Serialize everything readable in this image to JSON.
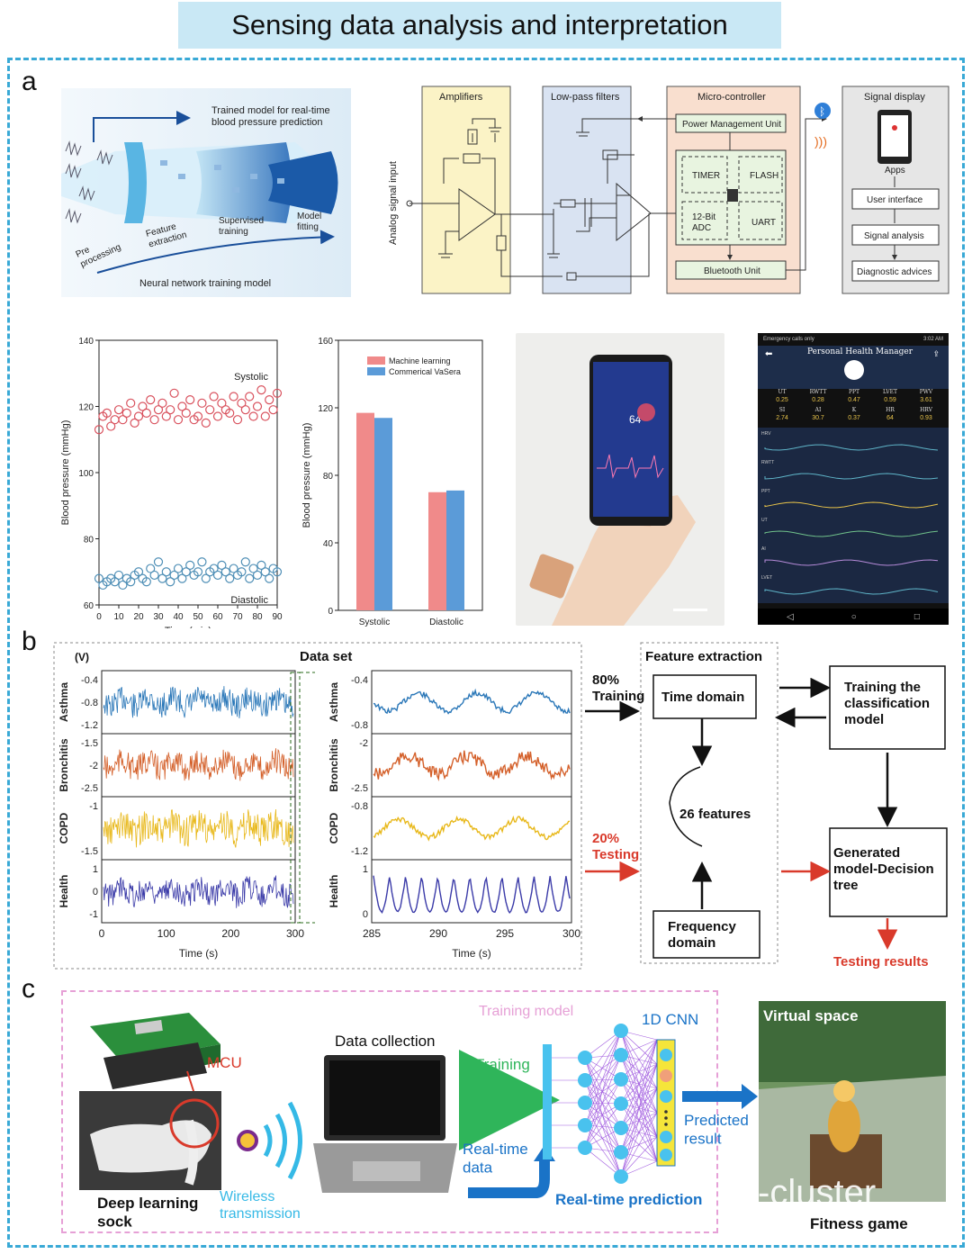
{
  "title": "Sensing data analysis and interpretation",
  "panels": {
    "a": "a",
    "b": "b",
    "c": "c"
  },
  "panel_a": {
    "neural_net": {
      "trained_model": "Trained model for real-time\nblood pressure prediction",
      "pre_processing": "Pre\nprocessing",
      "feature_extraction": "Feature\nextraction",
      "supervised_training": "Supervised\ntraining",
      "model_fitting": "Model\nfitting",
      "caption": "Neural network training model"
    },
    "circuit": {
      "analog_input": "Analog signal input",
      "amplifiers": "Amplifiers",
      "low_pass": "Low-pass filters",
      "micro_controller": "Micro-controller",
      "power_unit": "Power Management Unit",
      "timer": "TIMER",
      "flash": "FLASH",
      "adc": "12-Bit\nADC",
      "uart": "UART",
      "bluetooth_unit": "Bluetooth Unit",
      "signal_display": "Signal display",
      "apps": "Apps",
      "user_interface": "User interface",
      "signal_analysis": "Signal analysis",
      "diagnostic": "Diagnostic advices"
    },
    "phone_app": {
      "status": "Emergency calls only",
      "time": "3:02 AM",
      "app_title": "Personal Health Manager",
      "metrics_row1": [
        "UT",
        "RWTT",
        "PPT",
        "LVET",
        "PWV"
      ],
      "values_row1": [
        "0.25",
        "0.28",
        "0.47",
        "0.59",
        "3.61"
      ],
      "metrics_row2": [
        "SI",
        "AI",
        "K",
        "HR",
        "HRV"
      ],
      "values_row2": [
        "2.74",
        "30.7",
        "0.37",
        "64",
        "0.93"
      ],
      "trace_labels": [
        "HRV",
        "RWTT",
        "PPT",
        "UT",
        "AI",
        "LVET"
      ],
      "hand_phone_value": "64"
    }
  },
  "panel_b": {
    "dataset_title": "Data set",
    "unit": "(V)",
    "feature_extraction": "Feature extraction",
    "time_domain": "Time domain",
    "frequency_domain": "Frequency\ndomain",
    "features": "26 features",
    "training_pct": "80%\nTraining",
    "testing_pct": "20%\nTesting",
    "train_model": "Training the\nclassification\nmodel",
    "generated_model": "Generated\nmodel-Decision\ntree",
    "testing_results": "Testing results"
  },
  "panel_c": {
    "mcu": "MCU",
    "sock": "Deep learning\nsock",
    "wireless": "Wireless\ntransmission",
    "data_collection": "Data collection",
    "training_model": "Training model",
    "cnn": "1D CNN",
    "training_data": "Training\ndata",
    "realtime_data": "Real-time\ndata",
    "predicted": "Predicted\nresult",
    "realtime_prediction": "Real-time prediction",
    "virtual_space": "Virtual space",
    "fitness_game": "Fitness game",
    "watermark": "-cluster"
  },
  "colors": {
    "frame": "#39a9d6",
    "title_bg": "#c9e8f5",
    "red": "#d93a2b",
    "green": "#2fb55a",
    "blue": "#1a73c7",
    "systolic": "#d9525e",
    "diastolic": "#4f8fb6",
    "ml_bar": "#f08a8a",
    "vasera_bar": "#5b9bd8"
  },
  "chart_data": [
    {
      "type": "scatter",
      "xlabel": "Time (min)",
      "ylabel": "Blood pressure (mmHg)",
      "xlim": [
        0,
        90
      ],
      "ylim": [
        60,
        140
      ],
      "xticks": [
        0,
        10,
        20,
        30,
        40,
        50,
        60,
        70,
        80,
        90
      ],
      "yticks": [
        60,
        80,
        100,
        120,
        140
      ],
      "series": [
        {
          "name": "Systolic",
          "x": [
            0,
            2,
            4,
            6,
            8,
            10,
            12,
            14,
            16,
            18,
            20,
            22,
            24,
            26,
            28,
            30,
            32,
            34,
            36,
            38,
            40,
            42,
            44,
            46,
            48,
            50,
            52,
            54,
            56,
            58,
            60,
            62,
            64,
            66,
            68,
            70,
            72,
            74,
            76,
            78,
            80,
            82,
            84,
            86,
            88,
            90
          ],
          "y": [
            113,
            117,
            118,
            114,
            116,
            119,
            116,
            118,
            121,
            115,
            117,
            120,
            118,
            122,
            116,
            119,
            121,
            117,
            119,
            124,
            116,
            120,
            118,
            122,
            116,
            117,
            121,
            115,
            119,
            123,
            117,
            121,
            119,
            118,
            123,
            116,
            121,
            119,
            123,
            117,
            120,
            125,
            117,
            122,
            119,
            124
          ]
        },
        {
          "name": "Diastolic",
          "x": [
            0,
            2,
            4,
            6,
            8,
            10,
            12,
            14,
            16,
            18,
            20,
            22,
            24,
            26,
            28,
            30,
            32,
            34,
            36,
            38,
            40,
            42,
            44,
            46,
            48,
            50,
            52,
            54,
            56,
            58,
            60,
            62,
            64,
            66,
            68,
            70,
            72,
            74,
            76,
            78,
            80,
            82,
            84,
            86,
            88,
            90
          ],
          "y": [
            68,
            66,
            67,
            68,
            67,
            69,
            66,
            68,
            67,
            69,
            70,
            68,
            67,
            71,
            69,
            73,
            68,
            70,
            67,
            69,
            71,
            68,
            70,
            72,
            69,
            70,
            73,
            68,
            70,
            71,
            69,
            72,
            70,
            68,
            71,
            69,
            70,
            73,
            68,
            71,
            69,
            72,
            70,
            68,
            71,
            70
          ]
        }
      ]
    },
    {
      "type": "bar",
      "categories": [
        "Systolic",
        "Diastolic"
      ],
      "ylabel": "Blood pressure (mmHg)",
      "ylim": [
        0,
        160
      ],
      "yticks": [
        0,
        40,
        80,
        120,
        160
      ],
      "legend": "top-left",
      "series": [
        {
          "name": "Machine learning",
          "values": [
            117,
            70
          ]
        },
        {
          "name": "Commerical VaSera",
          "values": [
            114,
            71
          ]
        }
      ]
    },
    {
      "type": "line",
      "title": "Data set",
      "xlabel": "Time (s)",
      "xticks": [
        0,
        100,
        200,
        300
      ],
      "series": [
        {
          "name": "Asthma",
          "yticks": [
            -0.4,
            -0.8,
            -1.2
          ]
        },
        {
          "name": "Bronchitis",
          "yticks": [
            -1.5,
            -2.0,
            -2.5
          ]
        },
        {
          "name": "COPD",
          "yticks": [
            -1.0,
            -1.5
          ]
        },
        {
          "name": "Health",
          "yticks": [
            1,
            0,
            -1
          ]
        }
      ]
    },
    {
      "type": "line",
      "xlabel": "Time (s)",
      "xticks": [
        285,
        290,
        295,
        300
      ],
      "series": [
        {
          "name": "Asthma",
          "yticks": [
            -0.4,
            -0.8
          ]
        },
        {
          "name": "Bronchitis",
          "yticks": [
            -2.0,
            -2.5
          ]
        },
        {
          "name": "COPD",
          "yticks": [
            -0.8,
            -1.2
          ]
        },
        {
          "name": "Health",
          "yticks": [
            1,
            0
          ]
        }
      ]
    }
  ]
}
